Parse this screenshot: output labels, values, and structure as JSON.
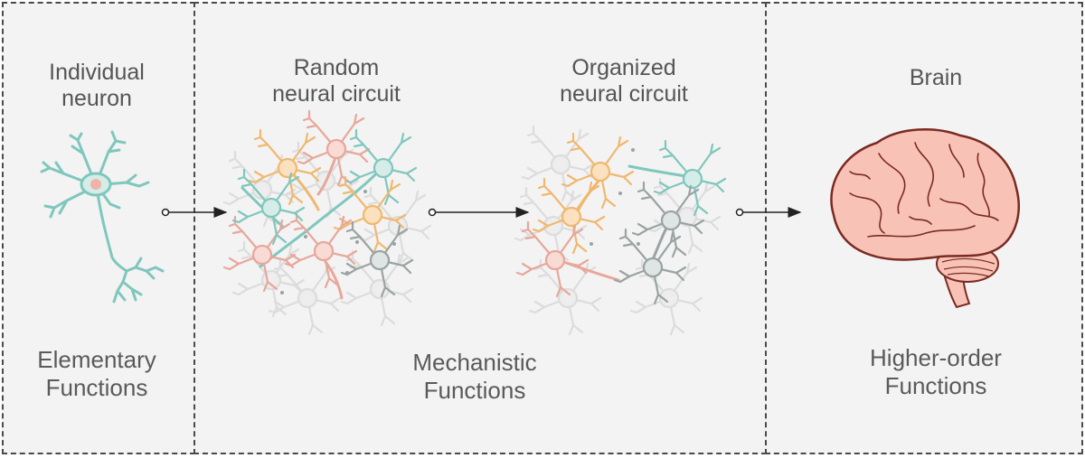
{
  "panels": {
    "elementary": {
      "title": "Individual\nneuron",
      "function": "Elementary\nFunctions"
    },
    "mechanistic": {
      "random_title": "Random\nneural circuit",
      "organized_title": "Organized\nneural circuit",
      "function": "Mechanistic\nFunctions"
    },
    "higher": {
      "title": "Brain",
      "function": "Higher-order\nFunctions"
    }
  },
  "colors": {
    "teal": "#7fc7bd",
    "teal_fill": "#d6ece8",
    "orange": "#f0b86e",
    "orange_fill": "#fbe1bf",
    "salmon": "#e7a79a",
    "salmon_fill": "#f8dbd5",
    "gray": "#9aa3a3",
    "faint": "#d9d9d9",
    "brain_fill": "#f8c3b6",
    "brain_stroke": "#7a2a22",
    "panel_bg": "#f3f3f3",
    "border": "#4a4a4a"
  }
}
